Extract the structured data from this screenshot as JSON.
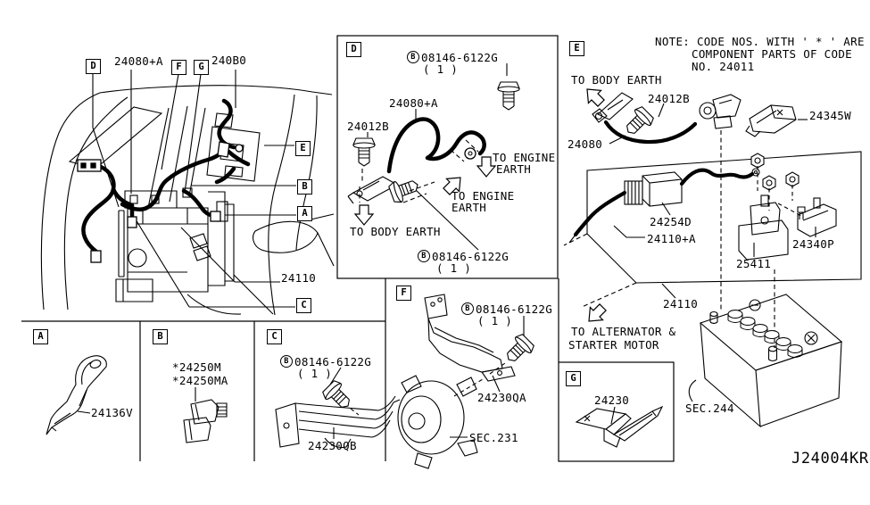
{
  "colors": {
    "ink": "#000000",
    "background": "#ffffff"
  },
  "note": {
    "l1": "NOTE: CODE NOS. WITH ' * ' ARE",
    "l2": "COMPONENT PARTS OF CODE",
    "l3": "NO. 24011"
  },
  "main": {
    "callout_d": "D",
    "callout_f": "F",
    "callout_g": "G",
    "callout_e": "E",
    "callout_b": "B",
    "callout_a": "A",
    "callout_c": "C",
    "label_24080a": "24080+A",
    "label_240b0": "240B0",
    "label_24110": "24110"
  },
  "sd": {
    "letter": "D",
    "bolt_top": {
      "prefix": "B",
      "code": "08146-6122G",
      "qty": "( 1 )"
    },
    "bolt_bottom": {
      "prefix": "B",
      "code": "08146-6122G",
      "qty": "( 1 )"
    },
    "label_24080a": "24080+A",
    "label_24012b": "24012B",
    "to_engine_earth_1a": "TO ENGINE",
    "to_engine_earth_1b": "EARTH",
    "to_engine_earth_2a": "TO ENGINE",
    "to_engine_earth_2b": "EARTH",
    "to_body_earth": "TO BODY EARTH"
  },
  "se": {
    "letter": "E",
    "to_body_earth": "TO BODY EARTH",
    "label_24012b": "24012B",
    "label_24345w": "24345W",
    "label_24080": "24080",
    "label_24254d": "24254D",
    "label_24110a": "24110+A",
    "label_25411": "25411",
    "label_24340p": "24340P",
    "label_24110": "24110",
    "to_alternator_1": "TO ALTERNATOR &",
    "to_alternator_2": "STARTER MOTOR",
    "label_sec244": "SEC.244"
  },
  "sa": {
    "letter": "A",
    "label_24136v": "24136V"
  },
  "sb": {
    "letter": "B",
    "label_24250m": "*24250M",
    "label_24250ma": "*24250MA"
  },
  "sc": {
    "letter": "C",
    "bolt": {
      "prefix": "B",
      "code": "08146-6122G",
      "qty": "( 1 )"
    },
    "label_24230qb": "24230QB"
  },
  "sf": {
    "letter": "F",
    "bolt": {
      "prefix": "B",
      "code": "08146-6122G",
      "qty": "( 1 )"
    },
    "label_24230qa": "24230QA",
    "label_sec231": "SEC.231"
  },
  "sg": {
    "letter": "G",
    "label_24230": "24230"
  },
  "footer": {
    "drawing_code": "J24004KR"
  }
}
